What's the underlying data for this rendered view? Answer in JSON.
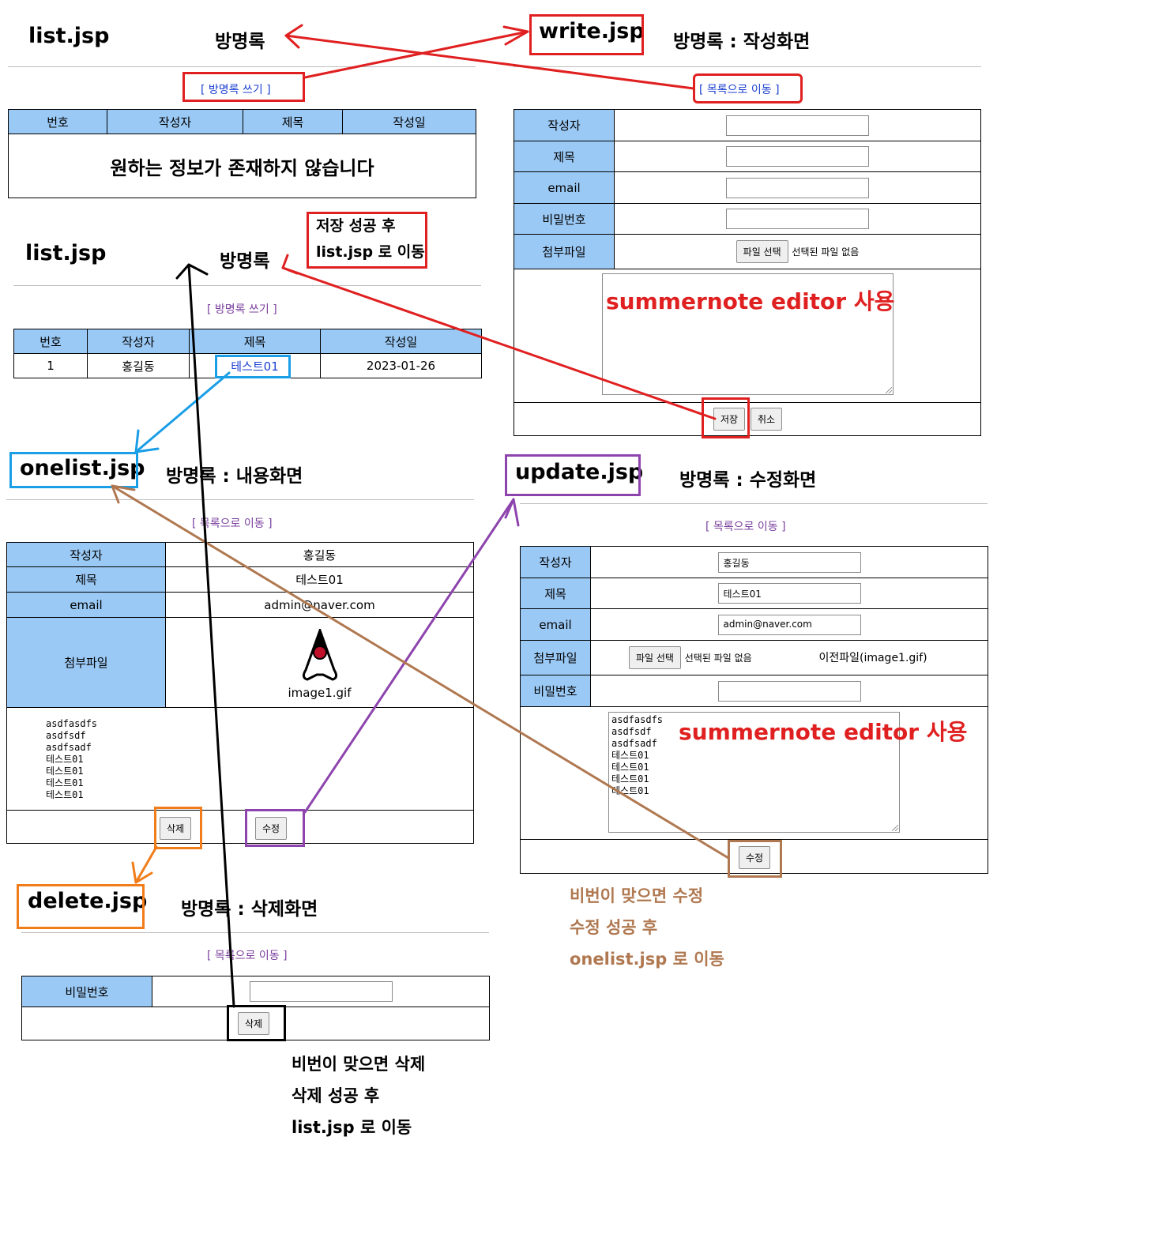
{
  "colors": {
    "red": "#e02020",
    "blue": "#1a9ee6",
    "purple": "#8e44ad",
    "orange": "#f07d1a",
    "brown": "#b07850",
    "black": "#000000",
    "header_bg": "#9bc9f5"
  },
  "list_empty": {
    "page": "list.jsp",
    "title": "방명록",
    "write_link": "[ 방명록 쓰기 ]",
    "columns": [
      "번호",
      "작성자",
      "제목",
      "작성일"
    ],
    "empty_message": "원하는 정보가 존재하지 않습니다"
  },
  "write": {
    "page": "write.jsp",
    "title": "방명록 : 작성화면",
    "back_link": "[ 목록으로 이동 ]",
    "labels": {
      "writer": "작성자",
      "subject": "제목",
      "email": "email",
      "password": "비밀번호",
      "file": "첨부파일"
    },
    "file_button": "파일 선택",
    "file_status": "선택된 파일 없음",
    "editor_note": "summernote editor 사용",
    "save_button": "저장",
    "cancel_button": "취소"
  },
  "save_note": {
    "line1": "저장 성공 후",
    "line2": "list.jsp 로 이동"
  },
  "list": {
    "page": "list.jsp",
    "title": "방명록",
    "write_link": "[ 방명록 쓰기 ]",
    "columns": [
      "번호",
      "작성자",
      "제목",
      "작성일"
    ],
    "row": {
      "no": "1",
      "writer": "홍길동",
      "subject": "테스트01",
      "date": "2023-01-26"
    }
  },
  "onelist": {
    "page": "onelist.jsp",
    "title": "방명록 : 내용화면",
    "back_link": "[ 목록으로 이동 ]",
    "labels": {
      "writer": "작성자",
      "subject": "제목",
      "email": "email",
      "file": "첨부파일"
    },
    "writer": "홍길동",
    "subject": "테스트01",
    "email": "admin@naver.com",
    "file_name": "image1.gif",
    "content": [
      "asdfasdfs",
      "asdfsdf",
      "asdfsadf",
      "테스트01",
      "테스트01",
      "테스트01",
      "테스트01"
    ],
    "delete_button": "삭제",
    "update_button": "수정"
  },
  "update": {
    "page": "update.jsp",
    "title": "방명록 : 수정화면",
    "back_link": "[ 목록으로 이동 ]",
    "labels": {
      "writer": "작성자",
      "subject": "제목",
      "email": "email",
      "file": "첨부파일",
      "password": "비밀번호"
    },
    "writer": "홍길동",
    "subject": "테스트01",
    "email": "admin@naver.com",
    "file_button": "파일 선택",
    "file_status": "선택된 파일 없음",
    "prev_file": "이전파일(image1.gif)",
    "content": [
      "asdfasdfs",
      "asdfsdf",
      "asdfsadf",
      "테스트01",
      "테스트01",
      "테스트01",
      "테스트01"
    ],
    "editor_note": "summernote editor 사용",
    "submit_button": "수정"
  },
  "update_note": {
    "line1": "비번이 맞으면 수정",
    "line2": "수정 성공 후",
    "line3": "onelist.jsp 로 이동"
  },
  "delete": {
    "page": "delete.jsp",
    "title": "방명록 : 삭제화면",
    "back_link": "[ 목록으로 이동 ]",
    "password_label": "비밀번호",
    "delete_button": "삭제"
  },
  "delete_note": {
    "line1": "비번이 맞으면 삭제",
    "line2": "삭제 성공 후",
    "line3": "list.jsp 로 이동"
  }
}
